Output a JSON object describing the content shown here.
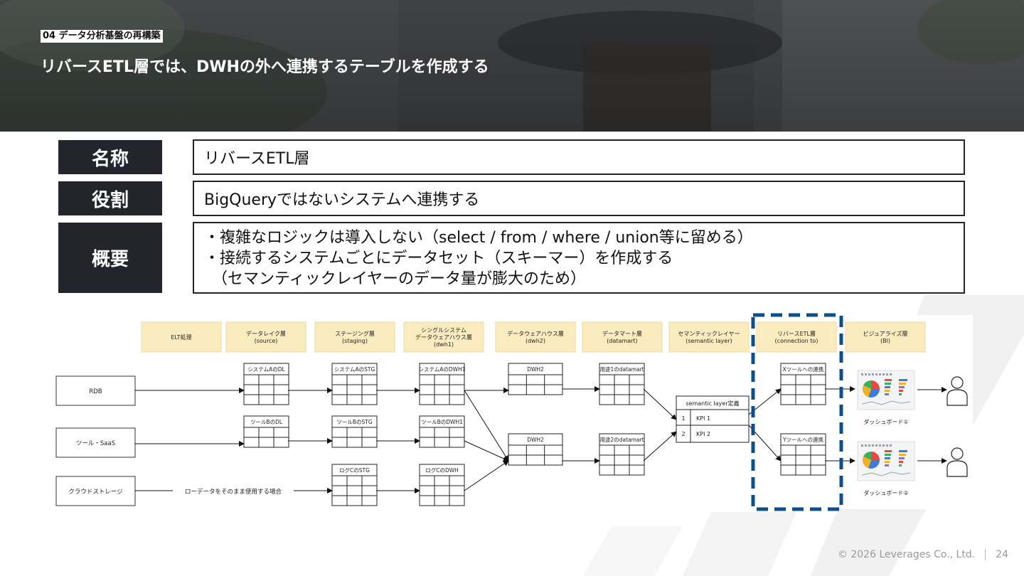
{
  "header": {
    "section_tag": "04 データ分析基盤の再構築",
    "title": "リバースETL層では、DWHの外へ連携するテーブルを作成する"
  },
  "table": {
    "name_label": "名称",
    "name_value": "リバースETL層",
    "role_label": "役割",
    "role_value": "BigQueryではないシステムへ連携する",
    "summary_label": "概要",
    "summary_lines": [
      "・複雑なロジックは導入しない（select / from / where / union等に留める）",
      "・接続するシステムごとにデータセット（スキーマー）を作成する",
      "　（セマンティックレイヤーのデータ量が膨大のため）"
    ]
  },
  "diagram": {
    "layers": [
      [
        "ELT処理"
      ],
      [
        "データレイク層",
        "(source)"
      ],
      [
        "ステージング層",
        "(staging)"
      ],
      [
        "シングルシステム",
        "データウェアハウス層",
        "(dwh1)"
      ],
      [
        "データウェアハウス層",
        "(dwh2)"
      ],
      [
        "データマート層",
        "(datamart)"
      ],
      [
        "セマンティックレイヤー",
        "(semantic layer)"
      ],
      [
        "リバースETL層",
        "(connection to)"
      ],
      [
        "ビジュアライズ層",
        "(BI)"
      ]
    ],
    "sources": [
      "RDB",
      "ツール・SaaS",
      "クラウドストレージ"
    ],
    "raw_data_note": "ローデータをそのまま使用する場合",
    "tables": {
      "dl_a": "システムAのDL",
      "dl_b": "ツールBのDL",
      "stg_a": "システムAのSTG",
      "stg_b": "ツールBのSTG",
      "stg_c": "ログCのSTG",
      "dwh1_a": "システムAのDWH1",
      "dwh1_b": "ツールBのDWH1",
      "dwh_c": "ログCのDWH",
      "dwh2_1": "DWH2",
      "dwh2_2": "DWH2",
      "mart_1": "用途1のdatamart",
      "mart_2": "用途2のdatamart",
      "rev_x": "Xツールへの連携",
      "rev_y": "Yツールへの連携"
    },
    "semantic": {
      "title": "semantic layer定義",
      "rows": [
        [
          "1",
          "KPI 1"
        ],
        [
          "2",
          "KPI 2"
        ]
      ]
    },
    "dashboards": [
      "ダッシュボード①",
      "ダッシュボード②"
    ],
    "highlight_color": "#0d4f8b",
    "layer_fill": "#fbecc0"
  },
  "footer": {
    "copyright": "© 2026 Leverages Co., Ltd.",
    "page": "24"
  }
}
